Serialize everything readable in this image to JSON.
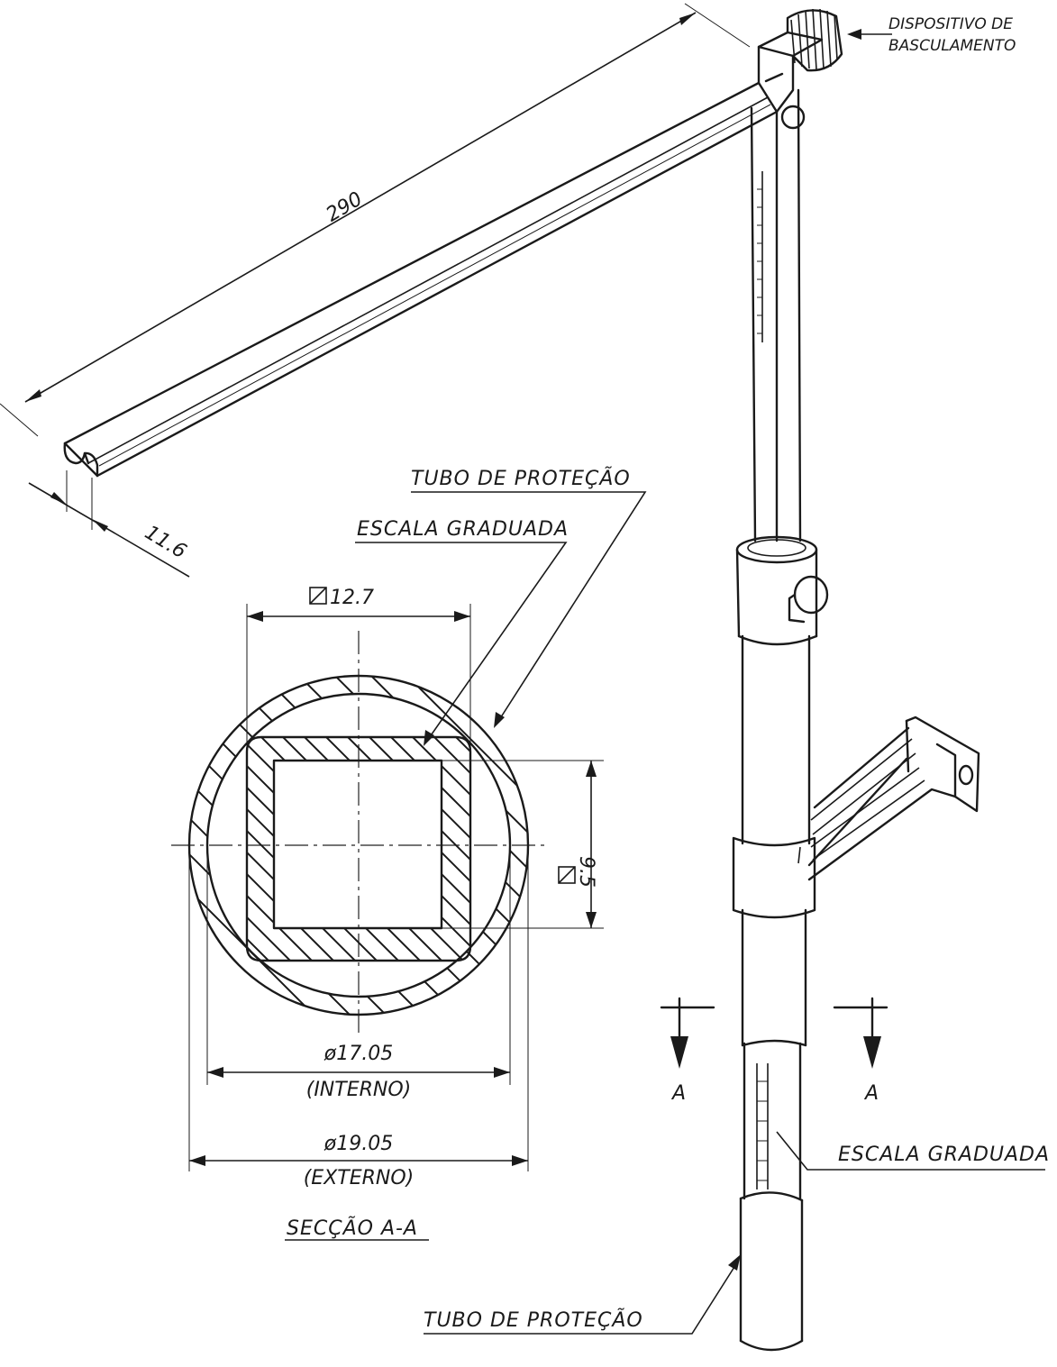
{
  "labels": {
    "tilt_device_line1": "DISPOSITIVO DE",
    "tilt_device_line2": "BASCULAMENTO",
    "protection_tube_top": "TUBO DE PROTEÇÃO",
    "graduated_scale_top": "ESCALA GRADUADA",
    "graduated_scale_right": "ESCALA GRADUADA",
    "protection_tube_bottom": "TUBO DE PROTEÇÃO",
    "section_title": "SECÇÃO A-A",
    "section_marker_left": "A",
    "section_marker_right": "A"
  },
  "dimensions": {
    "arm_length": "290",
    "arm_width": "11.6",
    "square_outer": "12.7",
    "square_inner": "9.5",
    "tube_internal_dia": "ø17.05",
    "tube_internal_note": "(INTERNO)",
    "tube_external_dia": "ø19.05",
    "tube_external_note": "(EXTERNO)"
  },
  "colors": {
    "ink": "#1a1a1a",
    "paper": "#ffffff"
  }
}
